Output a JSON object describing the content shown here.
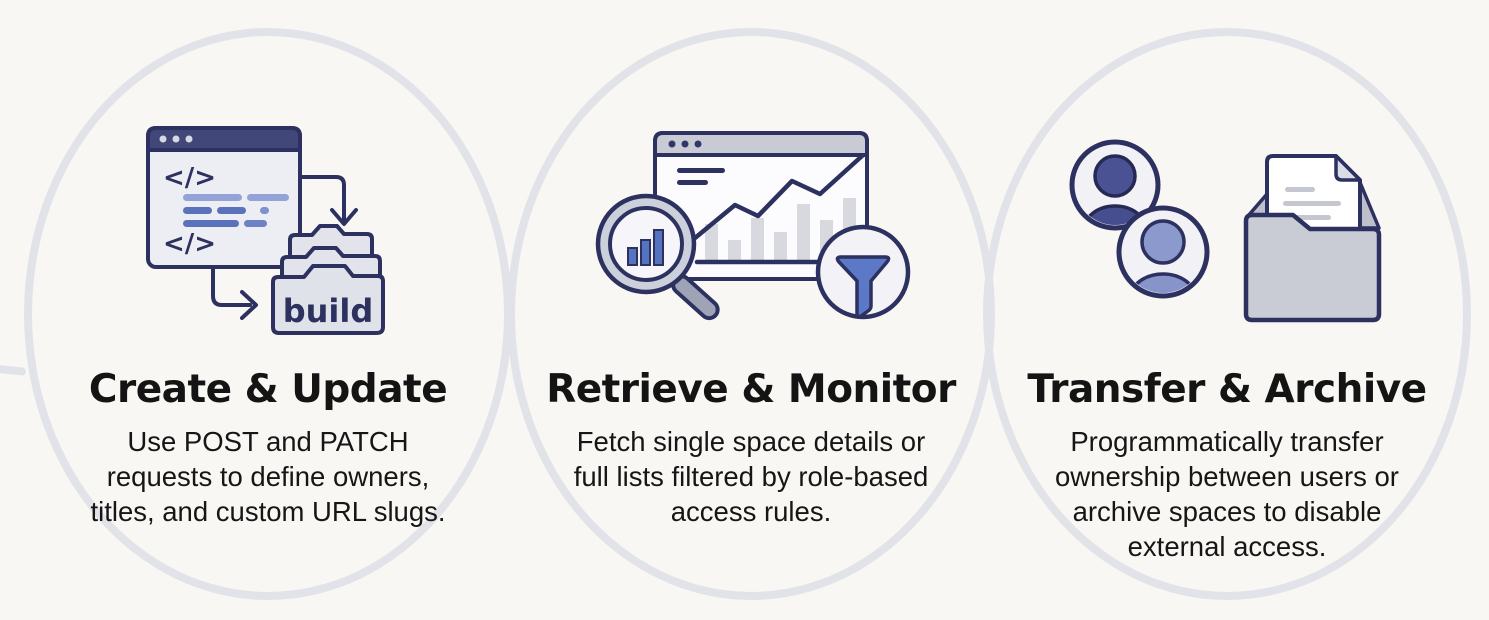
{
  "page": {
    "background_color": "#f8f7f3",
    "ring_color": "#e2e2e9",
    "outline_navy": "#2d3160",
    "accent_blue": "#5b79c6"
  },
  "cards": [
    {
      "title": "Create & Update",
      "body": "Use POST and PATCH\nrequests to define owners,\ntitles, and custom URL slugs.",
      "icon": "code-window-to-build-folder",
      "code_glyph": "</>",
      "folder_label": "build"
    },
    {
      "title": "Retrieve & Monitor",
      "body": "Fetch single space details or\nfull lists filtered by role-based\naccess rules.",
      "icon": "analytics-window-magnifier-filter"
    },
    {
      "title": "Transfer & Archive",
      "body": "Programmatically transfer\nownership between users or\narchive spaces to disable\nexternal access.",
      "icon": "users-and-archive-folder"
    }
  ]
}
